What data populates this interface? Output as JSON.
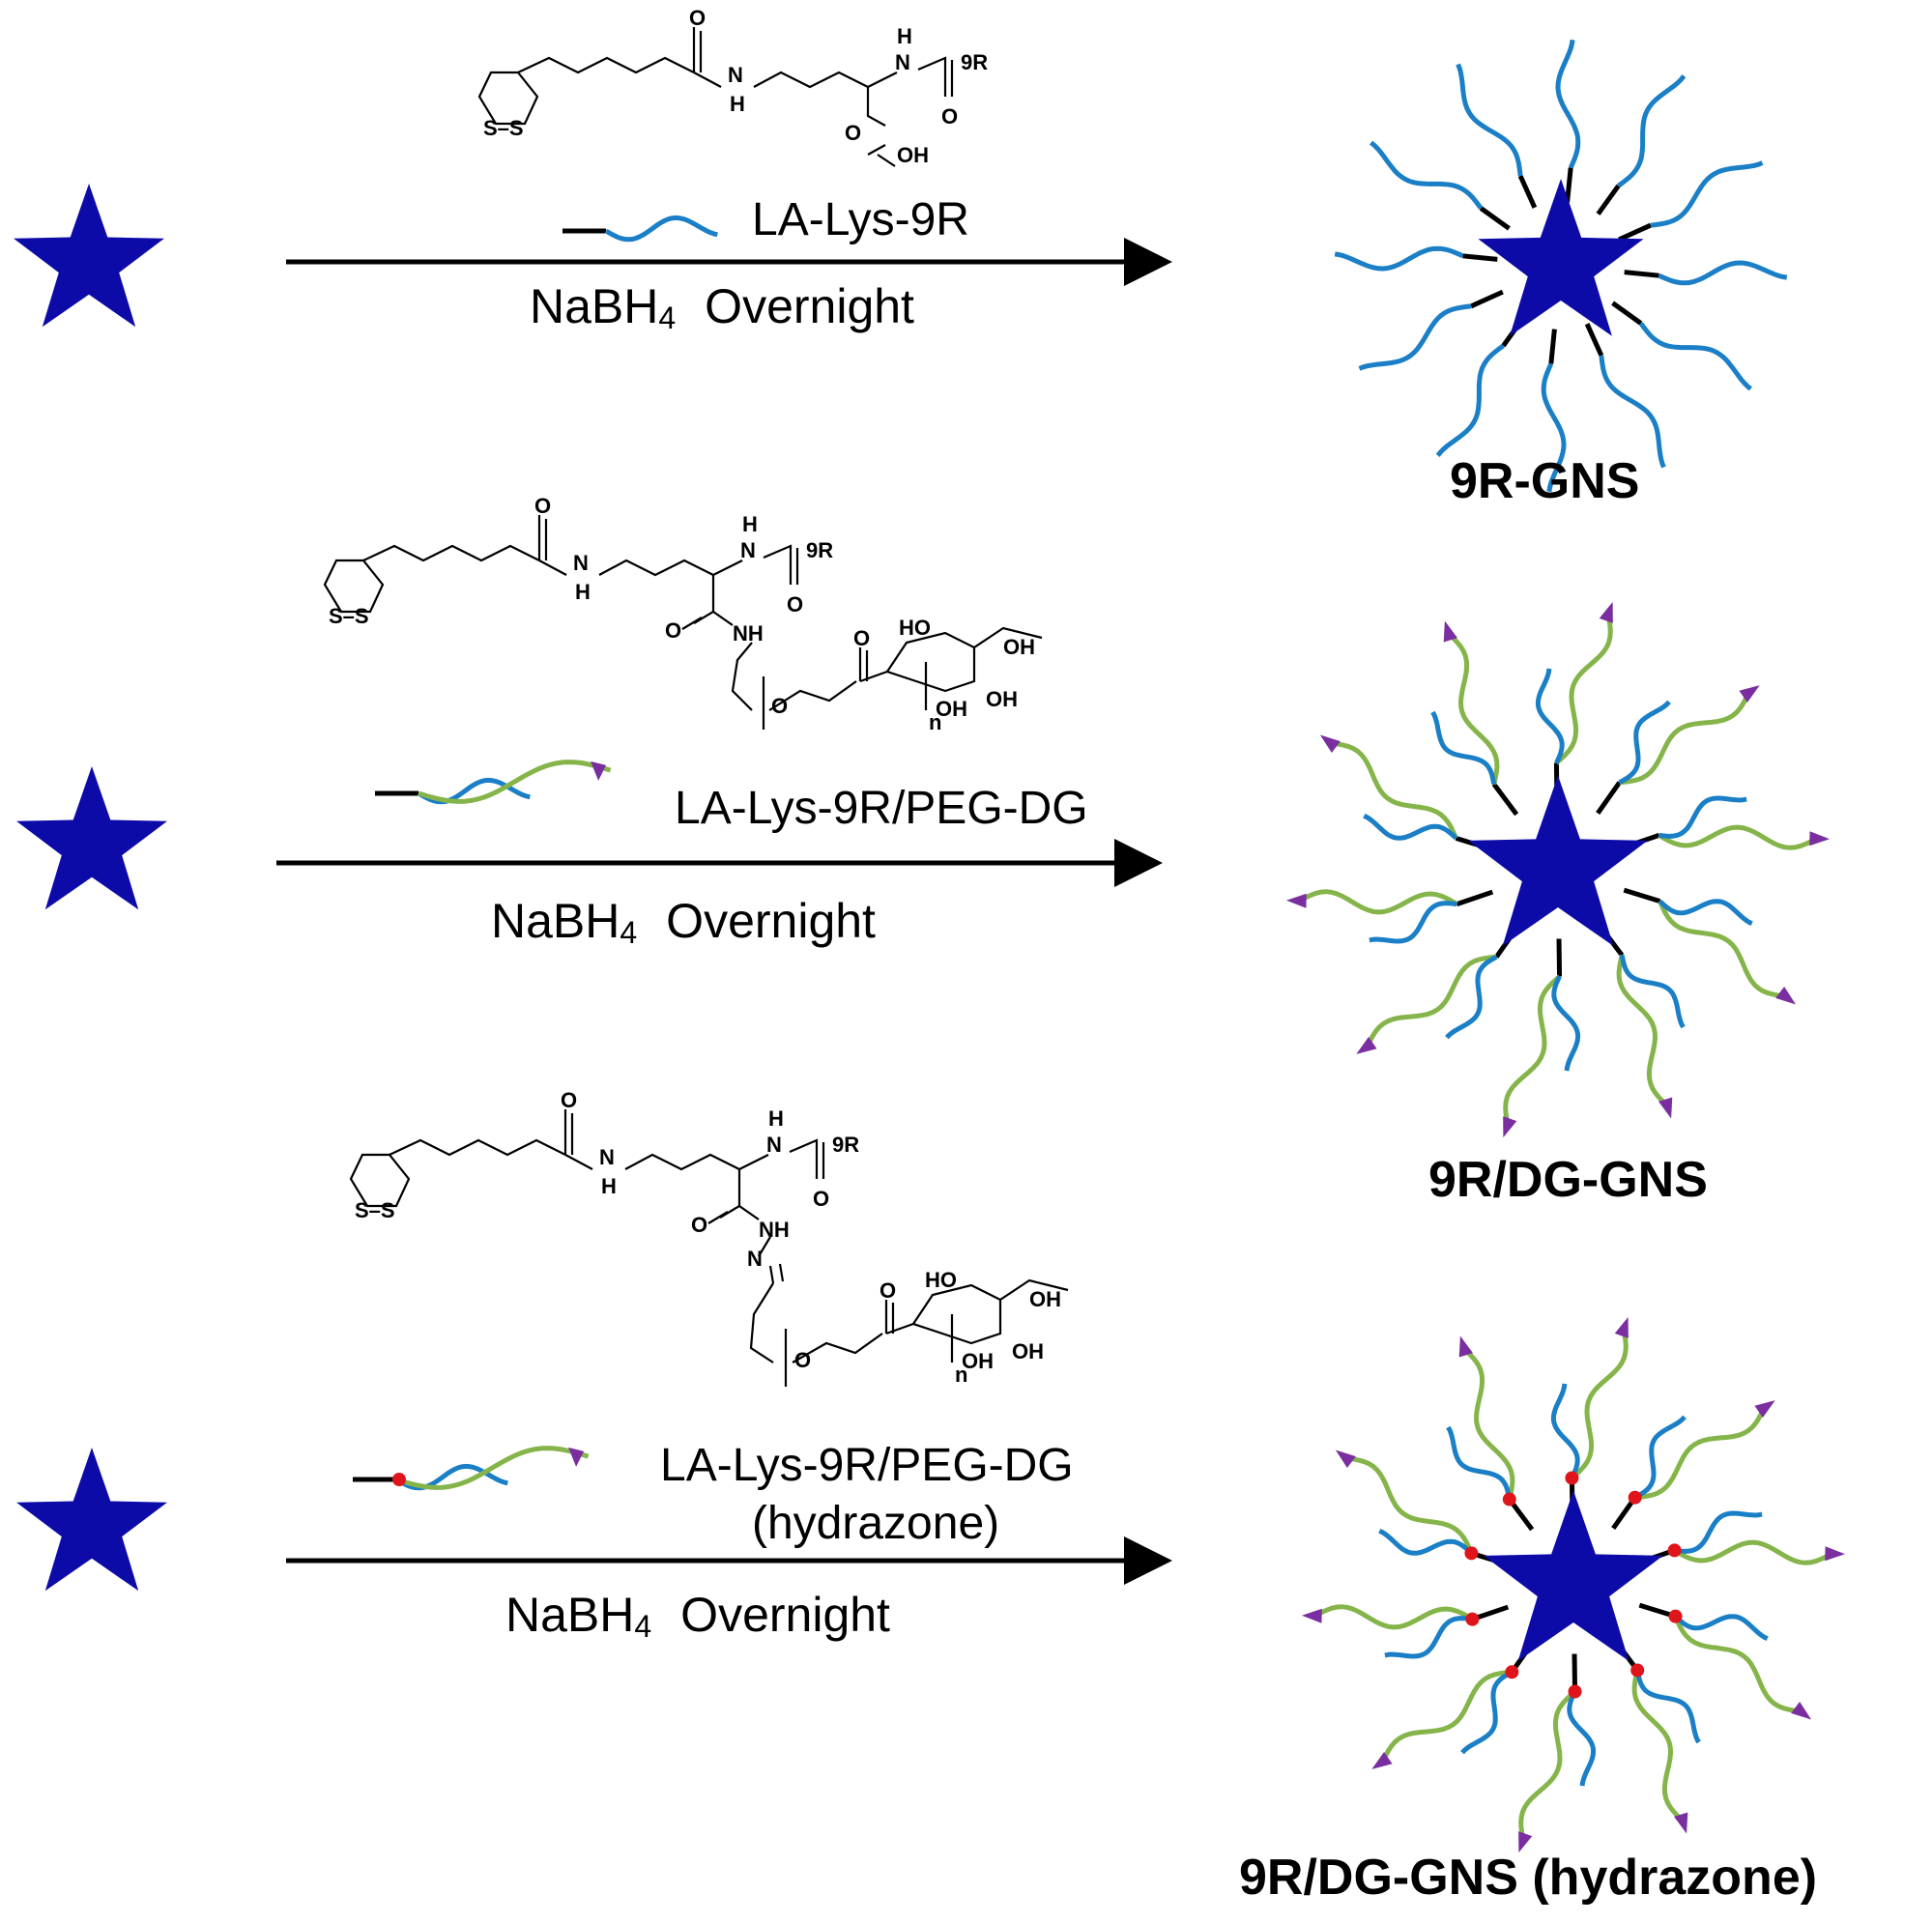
{
  "colors": {
    "star": "#0d0ba8",
    "peptide": "#1a7fc6",
    "peg": "#85b54a",
    "ligand_head": "#7a2ea0",
    "hydrazone_dot": "#e0141b",
    "linker": "#000000"
  },
  "atoms": {
    "O": "O",
    "H": "H",
    "N": "N",
    "NH": "NH",
    "OH": "OH",
    "HO": "HO",
    "S_S": "S–S",
    "R9": "9R",
    "n": "n",
    "N_eq": "N"
  },
  "reactions": [
    {
      "reagent_label": "LA-Lys-9R",
      "reagent_label2": "",
      "condition_reagent": "NaBH",
      "condition_sub": "4",
      "condition_time": "Overnight",
      "product_label": "9R-GNS"
    },
    {
      "reagent_label": "LA-Lys-9R/PEG-DG",
      "reagent_label2": "",
      "condition_reagent": "NaBH",
      "condition_sub": "4",
      "condition_time": "Overnight",
      "product_label": "9R/DG-GNS"
    },
    {
      "reagent_label": "LA-Lys-9R/PEG-DG",
      "reagent_label2": "(hydrazone)",
      "condition_reagent": "NaBH",
      "condition_sub": "4",
      "condition_time": "Overnight",
      "product_label": "9R/DG-GNS (hydrazone)"
    }
  ]
}
